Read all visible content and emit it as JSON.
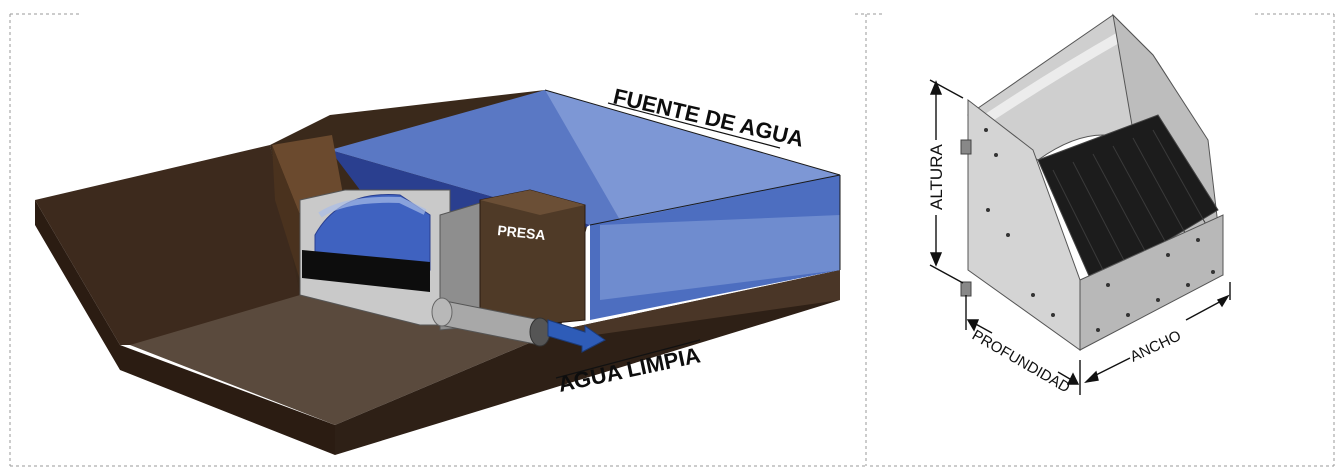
{
  "left_diagram": {
    "labels": {
      "source": "FUENTE DE AGUA",
      "dam": "PRESA",
      "outlet": "AGUA LIMPIA"
    }
  },
  "right_diagram": {
    "labels": {
      "height": "ALTURA",
      "depth": "PROFUNDIDAD",
      "width": "ANCHO"
    }
  }
}
